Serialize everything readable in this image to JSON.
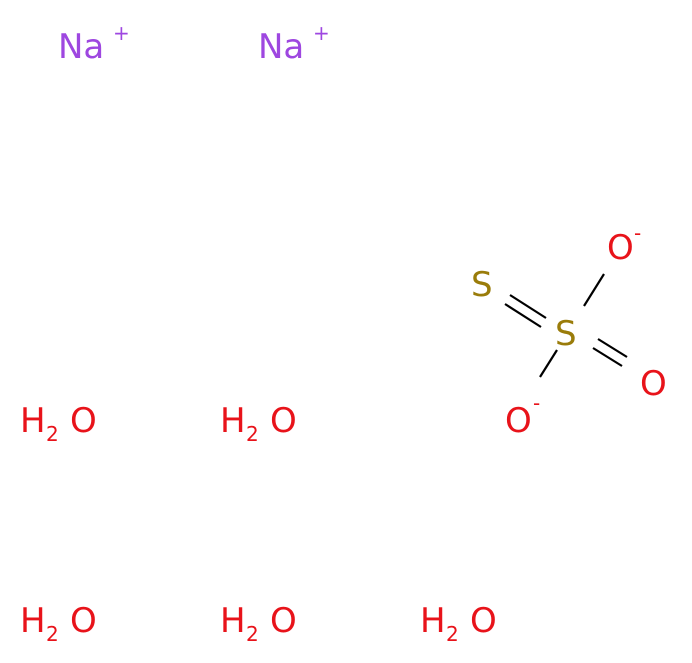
{
  "colors": {
    "sodium": "#9e47e0",
    "oxygen": "#e8131a",
    "sulfur": "#9a7c0a",
    "bond": "#000000",
    "background": "#ffffff"
  },
  "sodium_ions": [
    {
      "symbol": "Na",
      "charge": "+"
    },
    {
      "symbol": "Na",
      "charge": "+"
    }
  ],
  "thiosulfate": {
    "central_sulfur": "S",
    "terminal_sulfur": "S",
    "double_bond_oxygen": "O",
    "anion_oxygens": [
      {
        "symbol": "O",
        "charge": "-"
      },
      {
        "symbol": "O",
        "charge": "-"
      }
    ]
  },
  "water": [
    {
      "h": "H",
      "sub": "2",
      "o": "O"
    },
    {
      "h": "H",
      "sub": "2",
      "o": "O"
    },
    {
      "h": "H",
      "sub": "2",
      "o": "O"
    },
    {
      "h": "H",
      "sub": "2",
      "o": "O"
    },
    {
      "h": "H",
      "sub": "2",
      "o": "O"
    }
  ]
}
